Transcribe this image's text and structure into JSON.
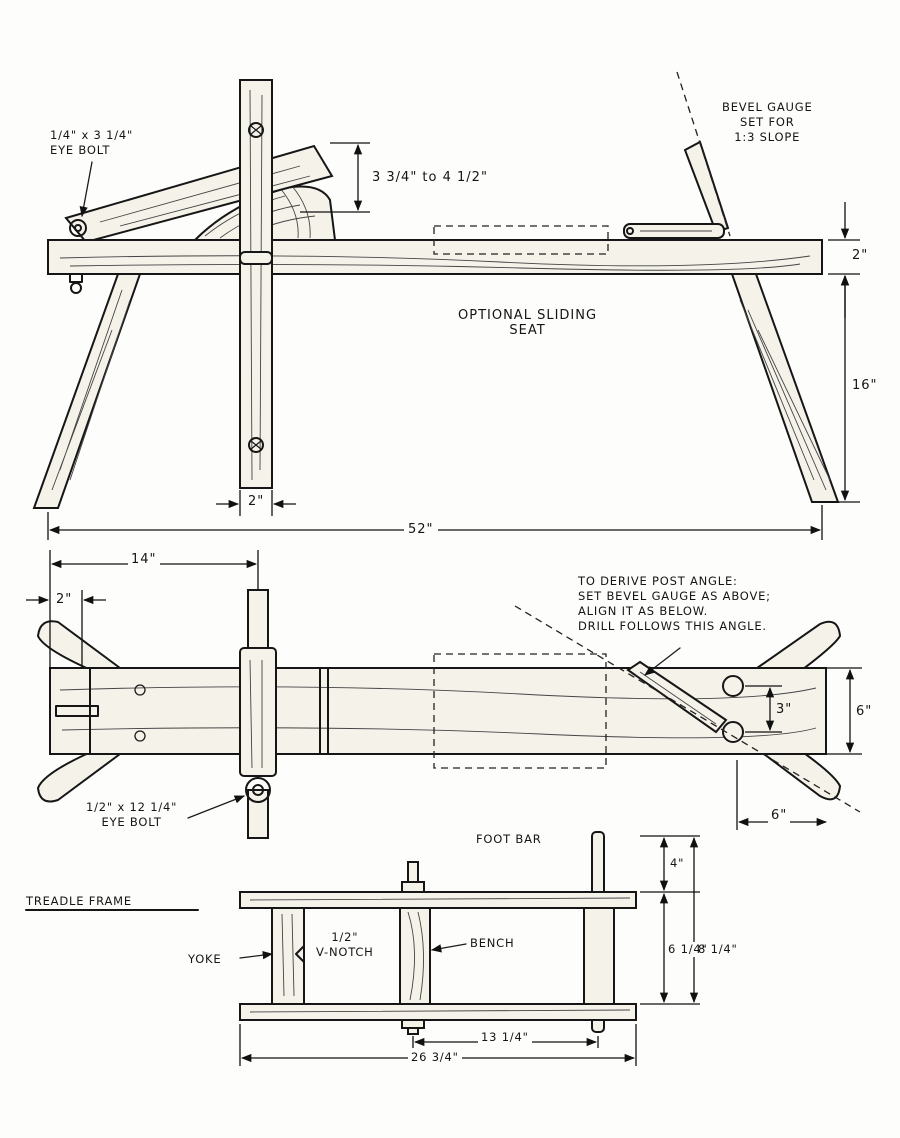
{
  "top_view": {
    "eye_bolt_small": [
      "1/4\" x 3 1/4\"",
      "EYE BOLT"
    ],
    "offset": "3 3/4\" to 4 1/2\"",
    "bevel_gauge": [
      "BEVEL GAUGE",
      "SET FOR",
      "1:3 SLOPE"
    ],
    "seat": [
      "OPTIONAL SLIDING",
      "SEAT"
    ],
    "height_2": "2\"",
    "height_16": "16\"",
    "post_width": "2\"",
    "length": "52\""
  },
  "plan_view": {
    "dist_14": "14\"",
    "dist_2": "2\"",
    "post_angle": [
      "TO DERIVE POST ANGLE:",
      "SET BEVEL GAUGE AS ABOVE;",
      "ALIGN IT AS BELOW.",
      "DRILL FOLLOWS THIS ANGLE."
    ],
    "spacing_3": "3\"",
    "width_6": "6\"",
    "offset_6": "6\"",
    "eye_bolt_large": [
      "1/2\" x 12 1/4\"",
      "EYE BOLT"
    ]
  },
  "treadle": {
    "title": "TREADLE FRAME",
    "foot_bar": "FOOT BAR",
    "yoke": "YOKE",
    "notch": [
      "1/2\"",
      "V-NOTCH"
    ],
    "bench": "BENCH",
    "dim_4": "4\"",
    "dim_6_1_4": "6 1/4\"",
    "dim_8_1_4": "8 1/4\"",
    "dim_13_1_4": "13 1/4\"",
    "dim_26_3_4": "26 3/4\""
  }
}
